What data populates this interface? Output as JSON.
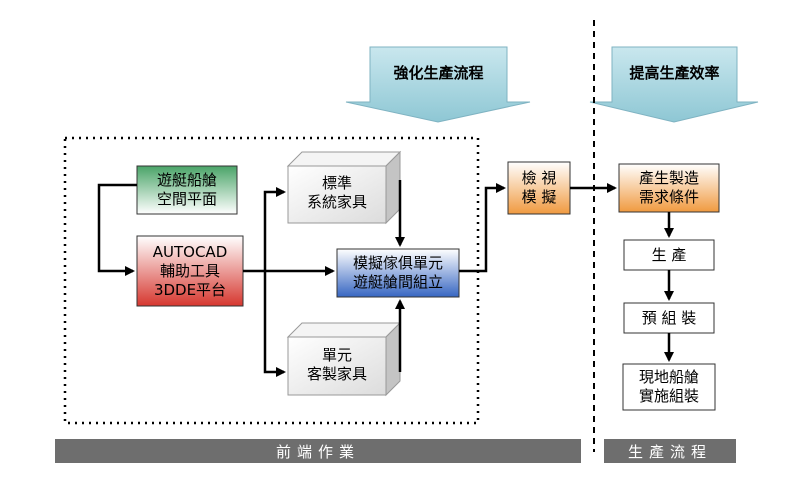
{
  "banners": {
    "enhance_flow": "強化生產流程",
    "improve_efficiency": "提高生產效率"
  },
  "nodes": {
    "yacht_space": [
      "遊艇船艙",
      "空間平面"
    ],
    "autocad": [
      "AUTOCAD",
      "輔助工具",
      "3DDE平台"
    ],
    "standard_furniture": [
      "標準",
      "系統家具"
    ],
    "custom_furniture": [
      "單元",
      "客製家具"
    ],
    "module_assembly": [
      "模擬傢俱單元",
      "遊艇艙間組立"
    ],
    "review": [
      "檢 視",
      "模 擬"
    ],
    "demand": [
      "產生製造",
      "需求條件"
    ],
    "production": [
      "生 產"
    ],
    "preassembly": [
      "預 組 裝"
    ],
    "onsite": [
      "現地船艙",
      "實施組裝"
    ]
  },
  "footer": {
    "front_end": "前端作業",
    "production_flow": "生產流程"
  },
  "colors": {
    "green": "#5fb07a",
    "red": "#d9453e",
    "blue": "#3d6fc8",
    "orange": "#f0a050",
    "banner": "#a9d6e0",
    "bar": "#6e6e6e"
  }
}
